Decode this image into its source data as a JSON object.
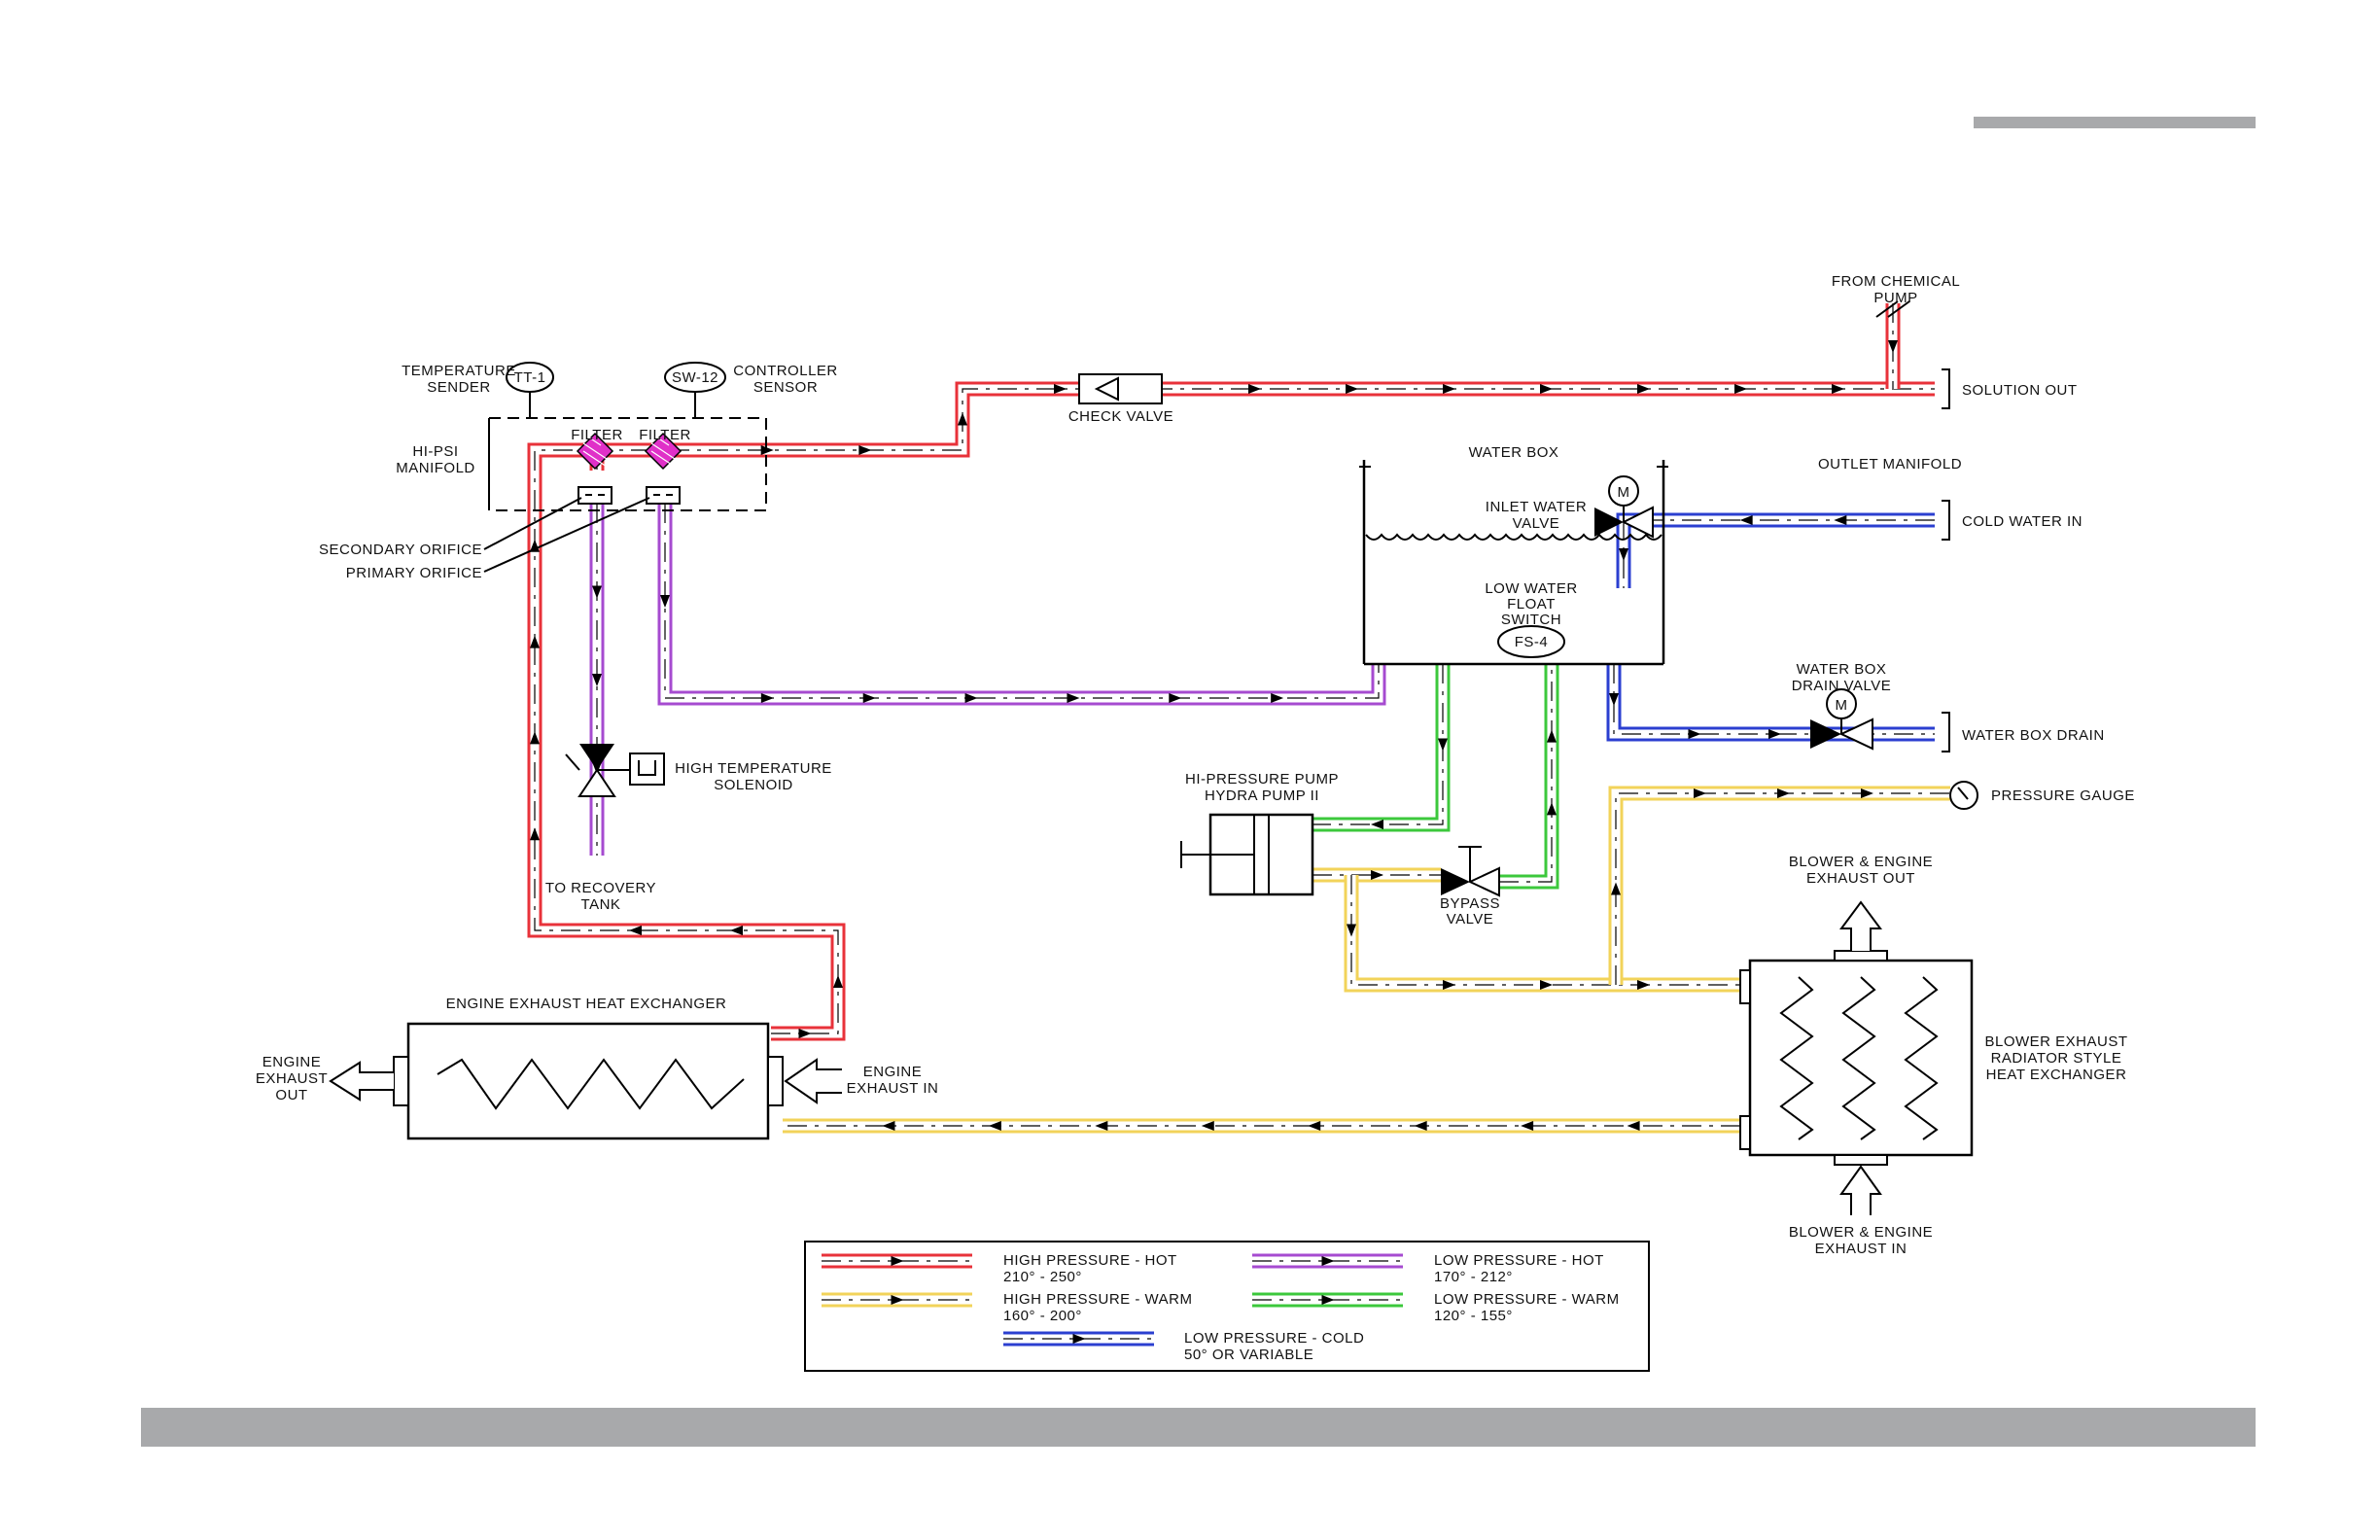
{
  "labels": {
    "temperature_sender": [
      "TEMPERATURE",
      "SENDER"
    ],
    "tt1": "TT-1",
    "sw12": "SW-12",
    "controller_sensor": [
      "CONTROLLER",
      "SENSOR"
    ],
    "hi_psi_manifold": [
      "HI-PSI",
      "MANIFOLD"
    ],
    "filter1": "FILTER",
    "filter2": "FILTER",
    "secondary_orifice": "SECONDARY ORIFICE",
    "primary_orifice": "PRIMARY ORIFICE",
    "check_valve": "CHECK VALVE",
    "from_chemical_pump": [
      "FROM CHEMICAL",
      "PUMP"
    ],
    "solution_out": "SOLUTION OUT",
    "water_box": "WATER BOX",
    "outlet_manifold": "OUTLET MANIFOLD",
    "inlet_water_valve": [
      "INLET WATER",
      "VALVE"
    ],
    "motor_m": "M",
    "cold_water_in": "COLD WATER IN",
    "low_water_float_switch": [
      "LOW WATER",
      "FLOAT",
      "SWITCH"
    ],
    "fs4": "FS-4",
    "water_box_drain_valve": [
      "WATER BOX",
      "DRAIN VALVE"
    ],
    "water_box_drain": "WATER BOX DRAIN",
    "high_temperature_solenoid": [
      "HIGH TEMPERATURE",
      "SOLENOID"
    ],
    "to_recovery_tank": [
      "TO RECOVERY",
      "TANK"
    ],
    "hi_pressure_pump": [
      "HI-PRESSURE PUMP",
      "HYDRA PUMP II"
    ],
    "bypass_valve": [
      "BYPASS",
      "VALVE"
    ],
    "pressure_gauge": "PRESSURE GAUGE",
    "blower_engine_exhaust_out": [
      "BLOWER & ENGINE",
      "EXHAUST OUT"
    ],
    "blower_exhaust_hx": [
      "BLOWER EXHAUST",
      "RADIATOR STYLE",
      "HEAT EXCHANGER"
    ],
    "blower_engine_exhaust_in": [
      "BLOWER & ENGINE",
      "EXHAUST IN"
    ],
    "engine_exhaust_hx": "ENGINE EXHAUST HEAT EXCHANGER",
    "engine_exhaust_out": [
      "ENGINE",
      "EXHAUST",
      "OUT"
    ],
    "engine_exhaust_in": [
      "ENGINE",
      "EXHAUST IN"
    ]
  },
  "legend": {
    "hp_hot": [
      "HIGH  PRESSURE  -  HOT",
      "210°  -  250°"
    ],
    "hp_warm": [
      "HIGH  PRESSURE  -  WARM",
      "160°  -  200°"
    ],
    "lp_hot": [
      "LOW  PRESSURE  -  HOT",
      "170°  -  212°"
    ],
    "lp_warm": [
      "LOW  PRESSURE  -  WARM",
      "120°  -  155°"
    ],
    "lp_cold": [
      "LOW  PRESSURE  -  COLD",
      "50°  OR  VARIABLE"
    ]
  },
  "colors": {
    "hp_hot": "#e8323a",
    "hp_warm": "#f2d35a",
    "lp_hot": "#a64bd0",
    "lp_warm": "#3cc83c",
    "lp_cold": "#2b3fd0",
    "filter": "#e030c8",
    "top_bar": "#a8a9ab",
    "bottom_bar": "#a8a9ab"
  }
}
